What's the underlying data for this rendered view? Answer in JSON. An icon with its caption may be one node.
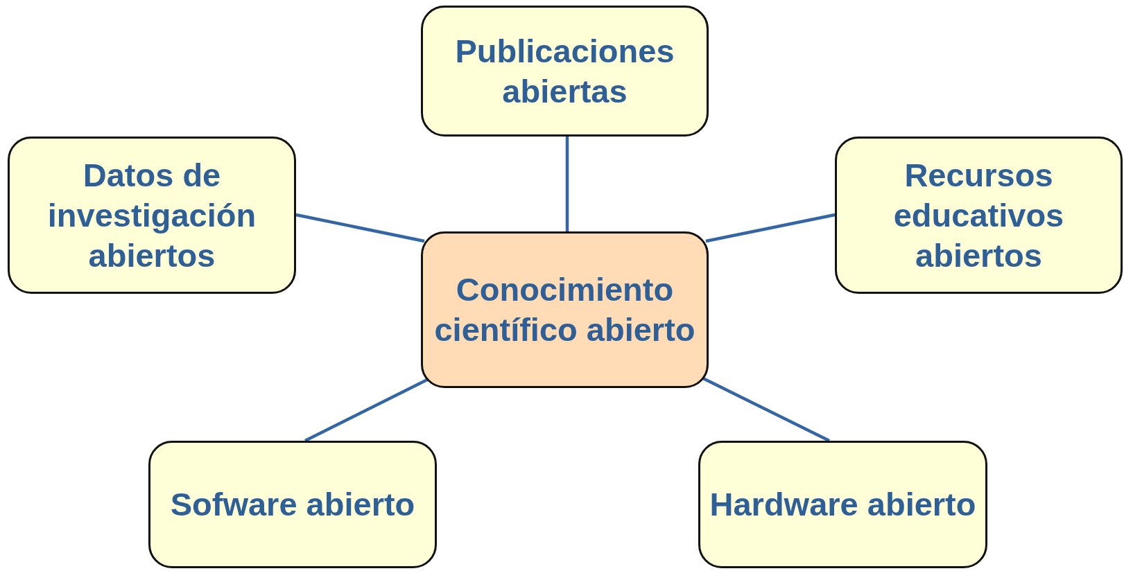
{
  "diagram": {
    "nodes": [
      {
        "text": [
          "Publicaciones abiertas"
        ]
      },
      {
        "text": [
          "Datos de investigación abiertos"
        ]
      },
      {
        "text": [
          "Recursos educativos abiertos"
        ]
      },
      {
        "text": [
          "Conocimiento científico abierto"
        ]
      },
      {
        "text": [
          "Sofware abierto"
        ]
      },
      {
        "text": [
          "Hardware abierto"
        ]
      }
    ],
    "edges": [
      {
        "from": 3,
        "to": 0,
        "arrow": "none"
      },
      {
        "from": 3,
        "to": 1,
        "arrow": "none"
      },
      {
        "from": 3,
        "to": 2,
        "arrow": "none"
      },
      {
        "from": 3,
        "to": 4,
        "arrow": "none"
      },
      {
        "from": 3,
        "to": 5,
        "arrow": "none"
      }
    ]
  }
}
